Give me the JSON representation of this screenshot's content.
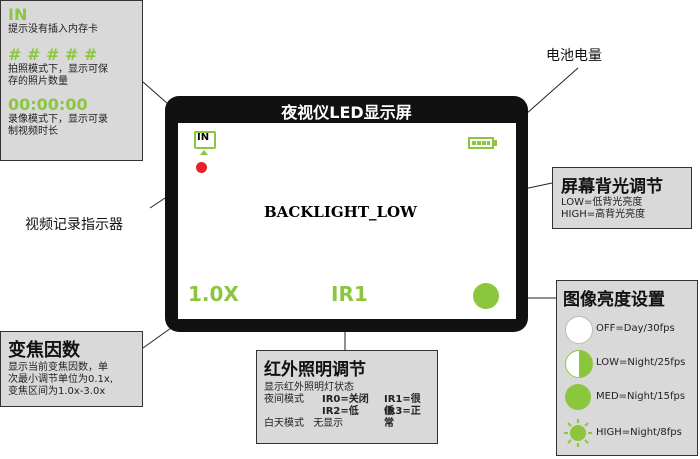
{
  "screen": {
    "title": "夜视仪LED显示屏",
    "backlight_text": "BACKLIGHT_LOW",
    "zoom": "1.0X",
    "ir": "IR1",
    "in_label": "IN",
    "colors": {
      "accent_green": "#8cc63f",
      "frame": "#111111",
      "rec_red": "#e8202a"
    }
  },
  "callouts": {
    "top_left": {
      "in_text": "IN",
      "in_desc": "提示没有插入内存卡",
      "hash_text": "# # # # #",
      "hash_desc_1": "拍照模式下，显示可保",
      "hash_desc_2": "存的照片数量",
      "time_text": "00:00:00",
      "time_desc_1": "录像模式下，显示可录",
      "time_desc_2": "制视频时长"
    },
    "battery_label": "电池电量",
    "rec_label": "视频记录指示器",
    "backlight": {
      "title": "屏幕背光调节",
      "line1": "LOW=低背光亮度",
      "line2": "HIGH=高背光亮度"
    },
    "zoom": {
      "title": "变焦因数",
      "line1": "显示当前变焦因数，单",
      "line2": "次最小调节单位为0.1x,",
      "line3": "变焦区间为1.0x-3.0x"
    },
    "ir": {
      "title": "红外照明调节",
      "line1": "显示红外照明灯状态",
      "night_label": "夜间模式",
      "ir0": "IR0=关闭",
      "ir1": "IR1=很低",
      "ir2": "IR2=低",
      "ir3": "IR3=正常",
      "day_label": "白天模式",
      "day_value": "无显示"
    },
    "brightness": {
      "title": "图像亮度设置",
      "items": [
        {
          "label": "OFF=Day/30fps"
        },
        {
          "label": "LOW=Night/25fps"
        },
        {
          "label": "MED=Night/15fps"
        },
        {
          "label": "HIGH=Night/8fps"
        }
      ]
    }
  }
}
